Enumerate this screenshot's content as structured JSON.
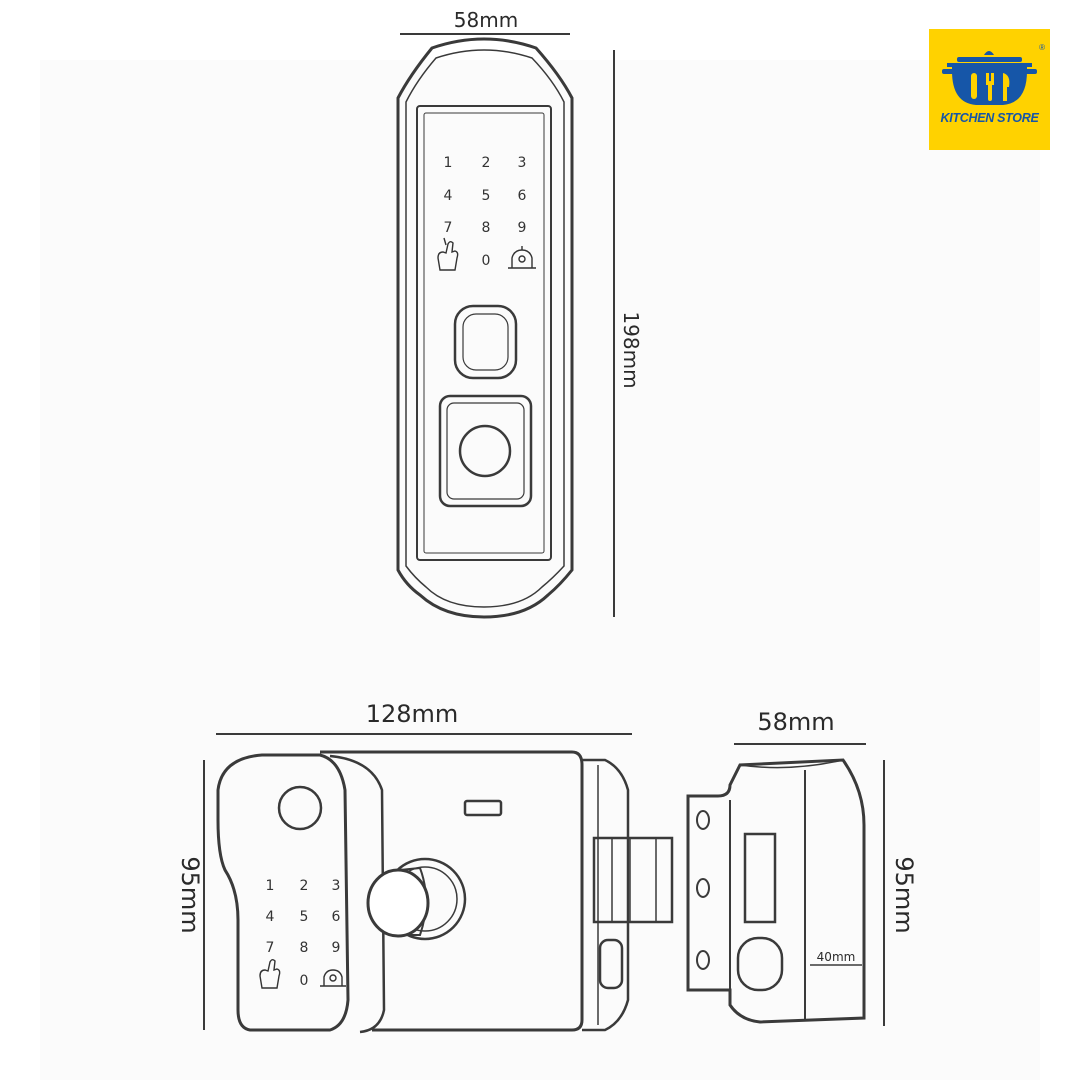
{
  "logo": {
    "text": "KITCHEN STORE",
    "registered": "®",
    "bg_color": "#ffd200",
    "fg_color": "#1656a8"
  },
  "dimensions": {
    "front_width": "58mm",
    "front_height": "198mm",
    "body_width": "128mm",
    "body_height": "95mm",
    "strike_width": "58mm",
    "strike_height": "95mm",
    "strike_inner": "40mm"
  },
  "keypad": {
    "keys": [
      "1",
      "2",
      "3",
      "4",
      "5",
      "6",
      "7",
      "8",
      "9",
      "0"
    ],
    "doorbell_icon": "doorbell-icon",
    "hand_icon": "hand-key-icon"
  },
  "colors": {
    "line": "#3a3a3a",
    "background": "#ffffff"
  }
}
